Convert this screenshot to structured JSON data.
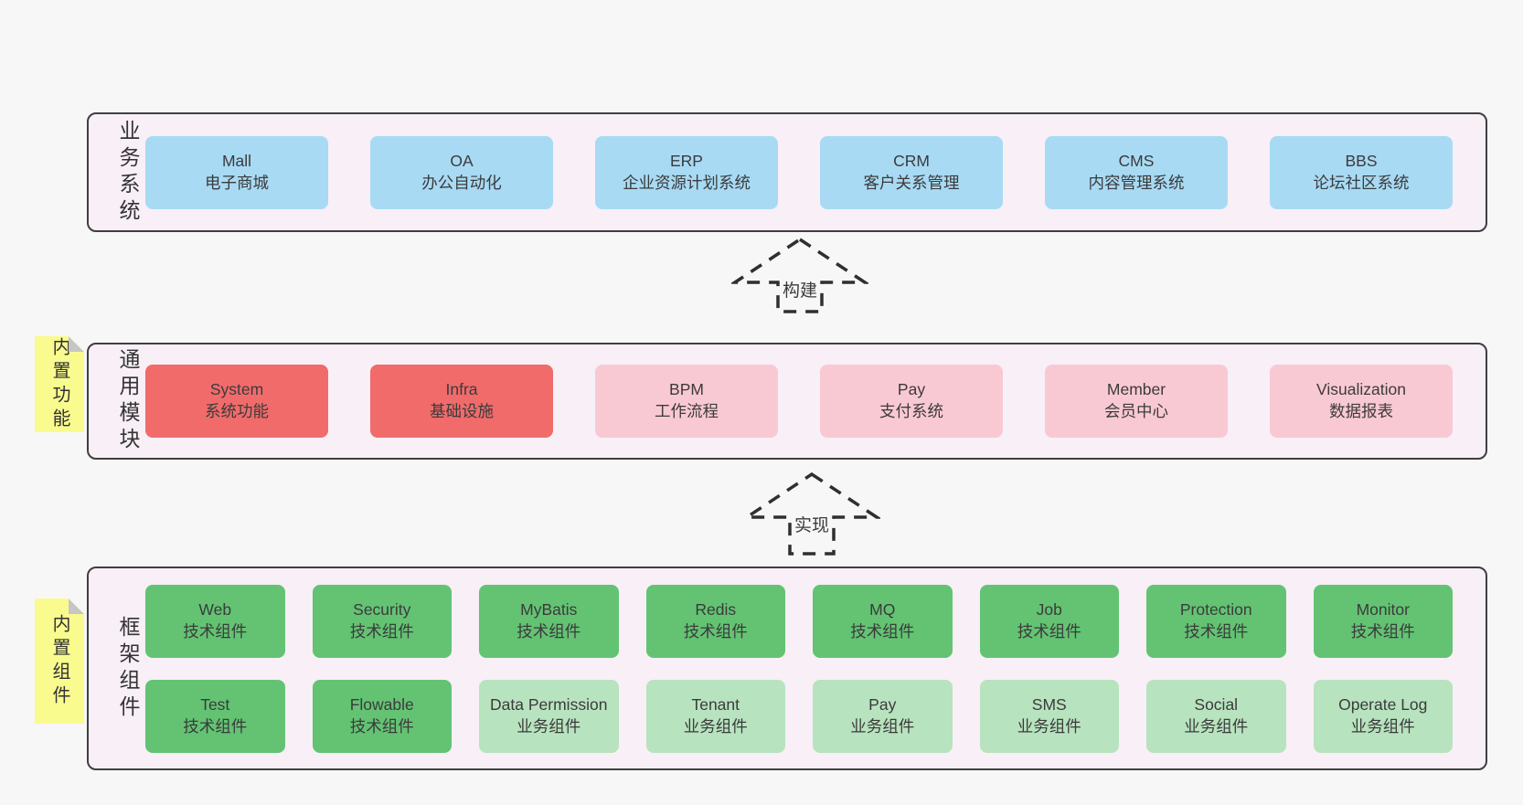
{
  "tiers": [
    {
      "label": "业务系统",
      "boxes": [
        {
          "name": "Mall",
          "desc": "电子商城"
        },
        {
          "name": "OA",
          "desc": "办公自动化"
        },
        {
          "name": "ERP",
          "desc": "企业资源计划系统"
        },
        {
          "name": "CRM",
          "desc": "客户关系管理"
        },
        {
          "name": "CMS",
          "desc": "内容管理系统"
        },
        {
          "name": "BBS",
          "desc": "论坛社区系统"
        }
      ]
    },
    {
      "label": "通用模块",
      "note": "内置功能",
      "boxes": [
        {
          "name": "System",
          "desc": "系统功能"
        },
        {
          "name": "Infra",
          "desc": "基础设施"
        },
        {
          "name": "BPM",
          "desc": "工作流程"
        },
        {
          "name": "Pay",
          "desc": "支付系统"
        },
        {
          "name": "Member",
          "desc": "会员中心"
        },
        {
          "name": "Visualization",
          "desc": "数据报表"
        }
      ]
    },
    {
      "label": "框架组件",
      "note": "内置组件",
      "rows": [
        [
          {
            "name": "Web",
            "desc": "技术组件"
          },
          {
            "name": "Security",
            "desc": "技术组件"
          },
          {
            "name": "MyBatis",
            "desc": "技术组件"
          },
          {
            "name": "Redis",
            "desc": "技术组件"
          },
          {
            "name": "MQ",
            "desc": "技术组件"
          },
          {
            "name": "Job",
            "desc": "技术组件"
          },
          {
            "name": "Protection",
            "desc": "技术组件"
          },
          {
            "name": "Monitor",
            "desc": "技术组件"
          }
        ],
        [
          {
            "name": "Test",
            "desc": "技术组件"
          },
          {
            "name": "Flowable",
            "desc": "技术组件"
          },
          {
            "name": "Data Permission",
            "desc": "业务组件"
          },
          {
            "name": "Tenant",
            "desc": "业务组件"
          },
          {
            "name": "Pay",
            "desc": "业务组件"
          },
          {
            "name": "SMS",
            "desc": "业务组件"
          },
          {
            "name": "Social",
            "desc": "业务组件"
          },
          {
            "name": "Operate Log",
            "desc": "业务组件"
          }
        ]
      ]
    }
  ],
  "arrows": [
    {
      "label": "构建"
    },
    {
      "label": "实现"
    }
  ],
  "colors": {
    "page_background": "#f7f7f7",
    "panel_background": "#f8eff7",
    "panel_border": "#3f3f3f",
    "business_system_box": "#a8daf4",
    "core_module_box": "#f16b6b",
    "optional_module_box": "#f9c9d3",
    "tech_component_box": "#63c373",
    "biz_component_box": "#b8e3bf",
    "sticky_note": "#fafb8e",
    "note_fold": "#c6c6c6",
    "text": "#3b3b3b"
  }
}
